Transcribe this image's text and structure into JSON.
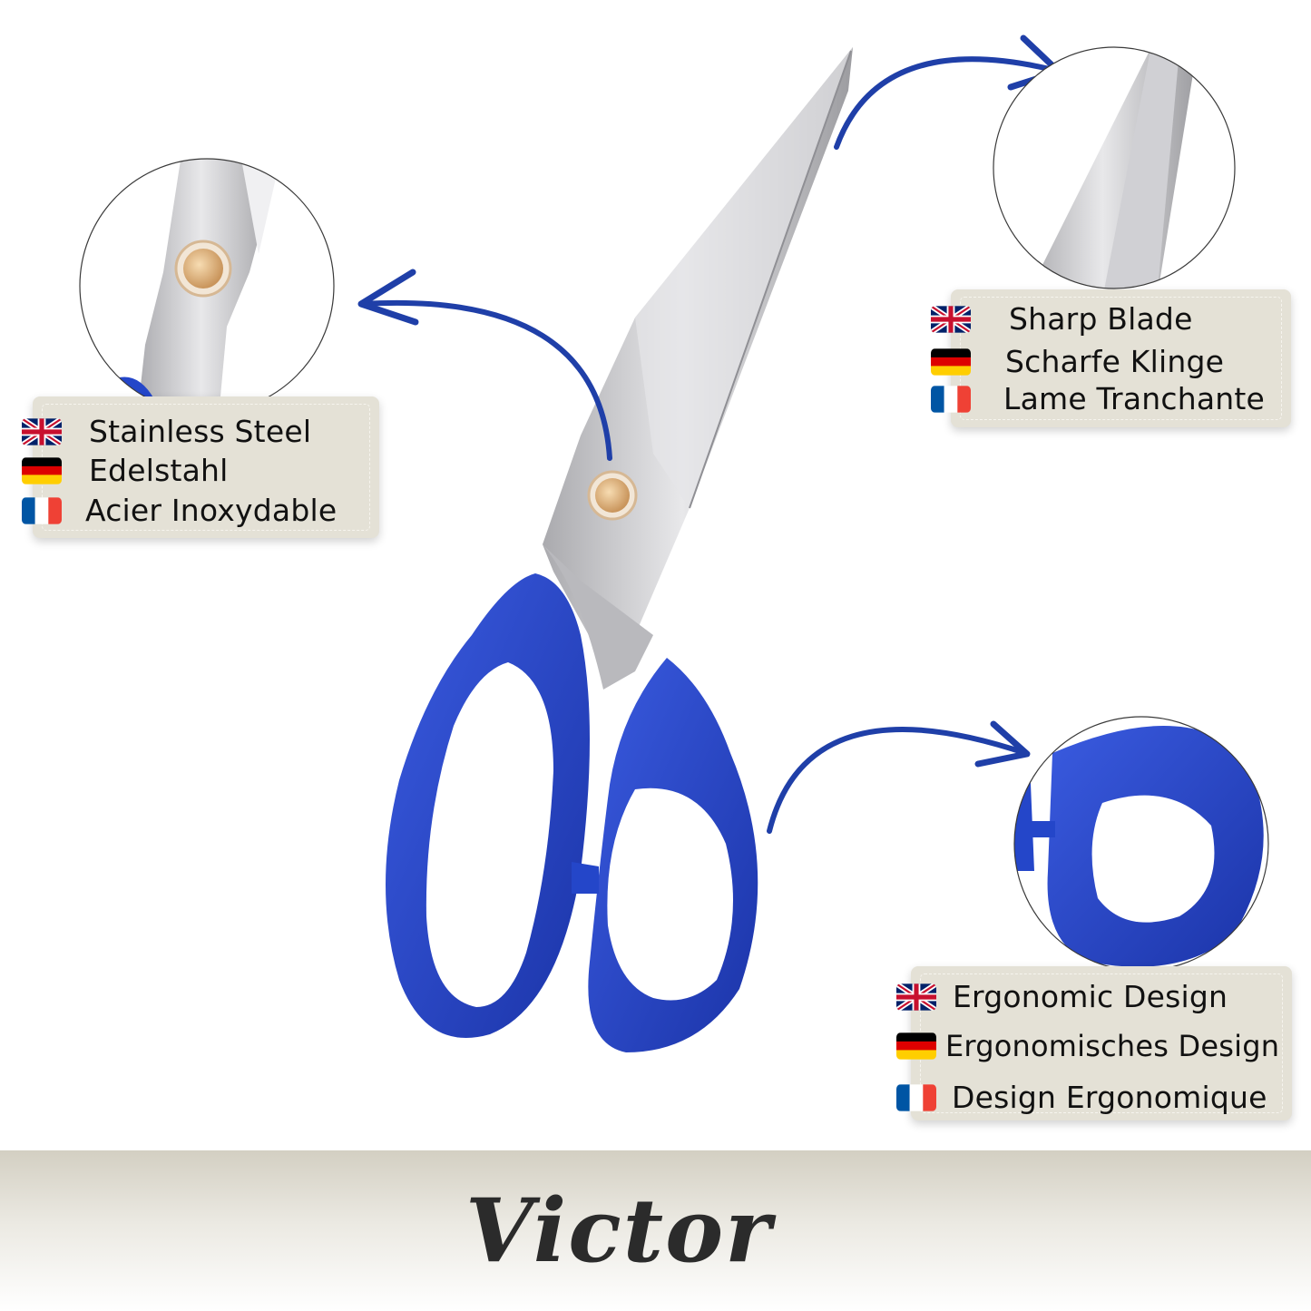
{
  "features": [
    {
      "id": "steel",
      "items": [
        {
          "flag": "uk-flag-icon",
          "label": "Stainless Steel"
        },
        {
          "flag": "germany-flag-icon",
          "label": "Edelstahl"
        },
        {
          "flag": "france-flag-icon",
          "label": "Acier Inoxydable"
        }
      ]
    },
    {
      "id": "blade",
      "items": [
        {
          "flag": "uk-flag-icon",
          "label": "Sharp Blade"
        },
        {
          "flag": "germany-flag-icon",
          "label": "Scharfe Klinge"
        },
        {
          "flag": "france-flag-icon",
          "label": "Lame Tranchante"
        }
      ]
    },
    {
      "id": "design",
      "items": [
        {
          "flag": "uk-flag-icon",
          "label": "Ergonomic Design"
        },
        {
          "flag": "germany-flag-icon",
          "label": "Ergonomisches Design"
        },
        {
          "flag": "france-flag-icon",
          "label": "Design Ergonomique"
        }
      ]
    }
  ],
  "brand": {
    "logo": "Victor"
  },
  "colors": {
    "accent": "#1f3fa8",
    "handle": "#2446c9",
    "card": "#e4e1d6",
    "steel": "#c9c9cc"
  }
}
